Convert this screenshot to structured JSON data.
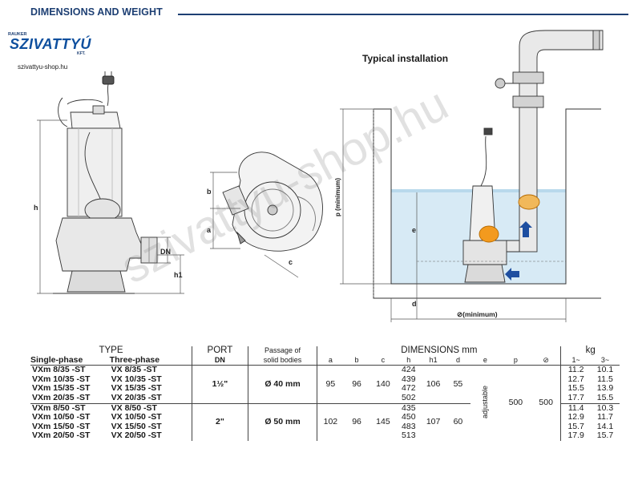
{
  "header": {
    "title": "DIMENSIONS AND WEIGHT"
  },
  "logo": {
    "small_text": "RAUKER",
    "main_text": "SZIVATTYÚ",
    "kft_text": "KFT.",
    "url": "szivattyu-shop.hu"
  },
  "watermark": "szivattyu-shop.hu",
  "installation_label": "Typical installation",
  "drawing_labels": {
    "h": "h",
    "h1": "h1",
    "dn": "DN",
    "a": "a",
    "b": "b",
    "c": "c",
    "p": "p (minimum)",
    "e": "e",
    "d": "d",
    "min": "⊘(minimum)"
  },
  "table": {
    "headers": {
      "type": "TYPE",
      "single_phase": "Single-phase",
      "three_phase": "Three-phase",
      "port": "PORT",
      "port_dn": "DN",
      "passage_1": "Passage of",
      "passage_2": "solid bodies",
      "dimensions": "DIMENSIONS mm",
      "kg": "kg",
      "cols": [
        "a",
        "b",
        "c",
        "h",
        "h1",
        "d",
        "e",
        "p",
        "⊘"
      ],
      "kg_cols": [
        "1~",
        "3~"
      ]
    },
    "groups": [
      {
        "port": "1½\"",
        "passage": "Ø 40 mm",
        "a": "95",
        "b": "96",
        "c": "140",
        "h1": "106",
        "d": "55",
        "rows": [
          {
            "single": "VXm 8/35   -ST",
            "three": "VX 8/35    -ST",
            "h": "424",
            "kg1": "11.2",
            "kg3": "10.1"
          },
          {
            "single": "VXm 10/35 -ST",
            "three": "VX 10/35 -ST",
            "h": "439",
            "kg1": "12.7",
            "kg3": "11.5"
          },
          {
            "single": "VXm 15/35 -ST",
            "three": "VX 15/35 -ST",
            "h": "472",
            "kg1": "15.5",
            "kg3": "13.9"
          },
          {
            "single": "VXm 20/35 -ST",
            "three": "VX 20/35 -ST",
            "h": "502",
            "kg1": "17.7",
            "kg3": "15.5"
          }
        ]
      },
      {
        "port": "2\"",
        "passage": "Ø 50 mm",
        "a": "102",
        "b": "96",
        "c": "145",
        "h1": "107",
        "d": "60",
        "rows": [
          {
            "single": "VXm 8/50   -ST",
            "three": "VX 8/50    -ST",
            "h": "435",
            "kg1": "11.4",
            "kg3": "10.3"
          },
          {
            "single": "VXm 10/50 -ST",
            "three": "VX 10/50 -ST",
            "h": "450",
            "kg1": "12.9",
            "kg3": "11.7"
          },
          {
            "single": "VXm 15/50 -ST",
            "three": "VX 15/50 -ST",
            "h": "483",
            "kg1": "15.7",
            "kg3": "14.1"
          },
          {
            "single": "VXm 20/50 -ST",
            "three": "VX 20/50 -ST",
            "h": "513",
            "kg1": "17.9",
            "kg3": "15.7"
          }
        ]
      }
    ],
    "shared": {
      "e": "adjustable",
      "p": "500",
      "min": "500"
    }
  }
}
